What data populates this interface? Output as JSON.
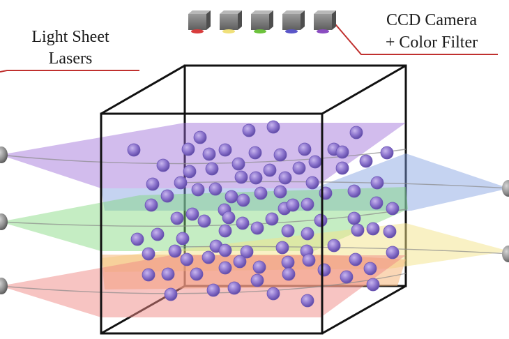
{
  "labels": {
    "lasers_line1": "Light Sheet",
    "lasers_line2": "Lasers",
    "camera_line1": "CCD Camera",
    "camera_line2": "+ Color Filter"
  },
  "colors": {
    "pointer_line": "#c0302e",
    "cube_edge": "#111111",
    "sheet_purple": "#9b6bd6",
    "sheet_blue": "#7f9ee0",
    "sheet_green": "#7fd67a",
    "sheet_yellow": "#f4e38a",
    "sheet_orange": "#f6b77a",
    "sheet_red": "#f08a86",
    "filters": [
      "#d83c3c",
      "#f0e07a",
      "#6cc23c",
      "#5a56c8",
      "#8a4cc0"
    ]
  },
  "cameras": [
    {
      "name": "camera-red-filter",
      "filter": "red"
    },
    {
      "name": "camera-yellow-filter",
      "filter": "yellow"
    },
    {
      "name": "camera-green-filter",
      "filter": "green"
    },
    {
      "name": "camera-blue-filter",
      "filter": "blue"
    },
    {
      "name": "camera-purple-filter",
      "filter": "purple"
    }
  ]
}
